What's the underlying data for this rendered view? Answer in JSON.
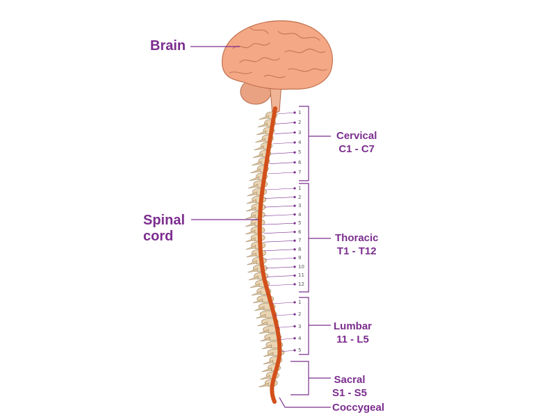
{
  "labels": {
    "brain": "Brain",
    "spinal": [
      "Spinal",
      "cord"
    ]
  },
  "sections": [
    {
      "name": "Cervical",
      "range": "C1 - C7",
      "numbers": [
        "1",
        "2",
        "3",
        "4",
        "5",
        "6",
        "7"
      ]
    },
    {
      "name": "Thoracic",
      "range": "T1 - T12",
      "numbers": [
        "1",
        "2",
        "3",
        "4",
        "5",
        "6",
        "7",
        "8",
        "9",
        "10",
        "11",
        "12"
      ]
    },
    {
      "name": "Lumbar",
      "range": "11 - L5",
      "numbers": [
        "1",
        "2",
        "3",
        "4",
        "5"
      ]
    },
    {
      "name": "Sacral",
      "range": "S1 - S5",
      "numbers": []
    },
    {
      "name": "Coccygeal",
      "range": "",
      "numbers": []
    }
  ],
  "colors": {
    "label": "#7b2d8e",
    "cord": "#d2501b",
    "brain": "#f4a886",
    "bone": "#e9d4b3"
  }
}
